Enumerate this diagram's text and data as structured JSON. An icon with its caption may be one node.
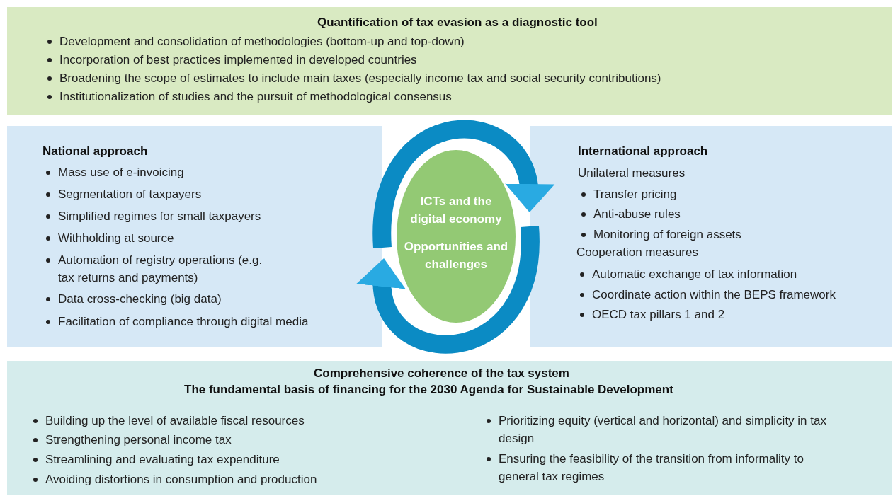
{
  "diagram": {
    "nodes": [
      {
        "text": [
          "Quantification of tax evasion as a diagnostic tool",
          "Development and consolidation of methodologies (bottom-up and top-down)",
          "Incorporation of best practices implemented in developed countries",
          "Broadening the scope of estimates to include main taxes (especially income tax and social security contributions)",
          "Institutionalization of studies and the pursuit of methodological consensus"
        ]
      },
      {
        "text": [
          "National approach",
          "Mass use of e-invoicing",
          "Segmentation of taxpayers",
          "Simplified regimes for small taxpayers",
          "Withholding at source",
          "Automation of registry operations (e.g. tax returns and payments)",
          "Data cross-checking (big data)",
          "Facilitation of compliance through digital media"
        ]
      },
      {
        "text": [
          "ICTs and the digital economy",
          "Opportunities and challenges"
        ]
      },
      {
        "text": [
          "International approach",
          "Unilateral measures",
          "Transfer pricing",
          "Anti-abuse rules",
          "Monitoring of foreign assets",
          "Cooperation measures",
          "Automatic exchange of tax information",
          "Coordinate action within the BEPS framework",
          "OECD tax pillars 1 and 2"
        ]
      },
      {
        "text": [
          "Comprehensive coherence of the tax system",
          "The fundamental basis of financing for the 2030 Agenda for Sustainable Development",
          "Building up the level of available fiscal resources",
          "Strengthening personal income tax",
          "Streamlining and evaluating tax expenditure",
          "Avoiding distortions in consumption and production",
          "Prioritizing equity (vertical and horizontal) and simplicity in tax design",
          "Ensuring the feasibility of the transition from informality to general tax regimes"
        ]
      }
    ],
    "edges": [
      {
        "from": 1,
        "to": 3,
        "arrow": "to"
      },
      {
        "from": 3,
        "to": 1,
        "arrow": "to"
      }
    ]
  }
}
